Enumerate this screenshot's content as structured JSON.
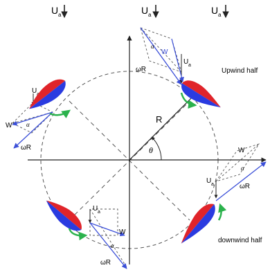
{
  "diagram": {
    "wind_label_main": "U",
    "wind_label_sub": "a",
    "radius_label": "R",
    "angle_label": "θ",
    "alpha_label": "α",
    "relative_velocity_label": "W",
    "rotation_velocity_label": "ωR",
    "upwind_label": "Upwind half",
    "downwind_label": "downwind half"
  },
  "colors": {
    "blade_upper": "#e0242a",
    "blade_lower": "#2a3be0",
    "rotation_arrow": "#2bb24c",
    "vector_line": "#3b4fd8",
    "dashed": "#555555",
    "axis": "#222222"
  }
}
